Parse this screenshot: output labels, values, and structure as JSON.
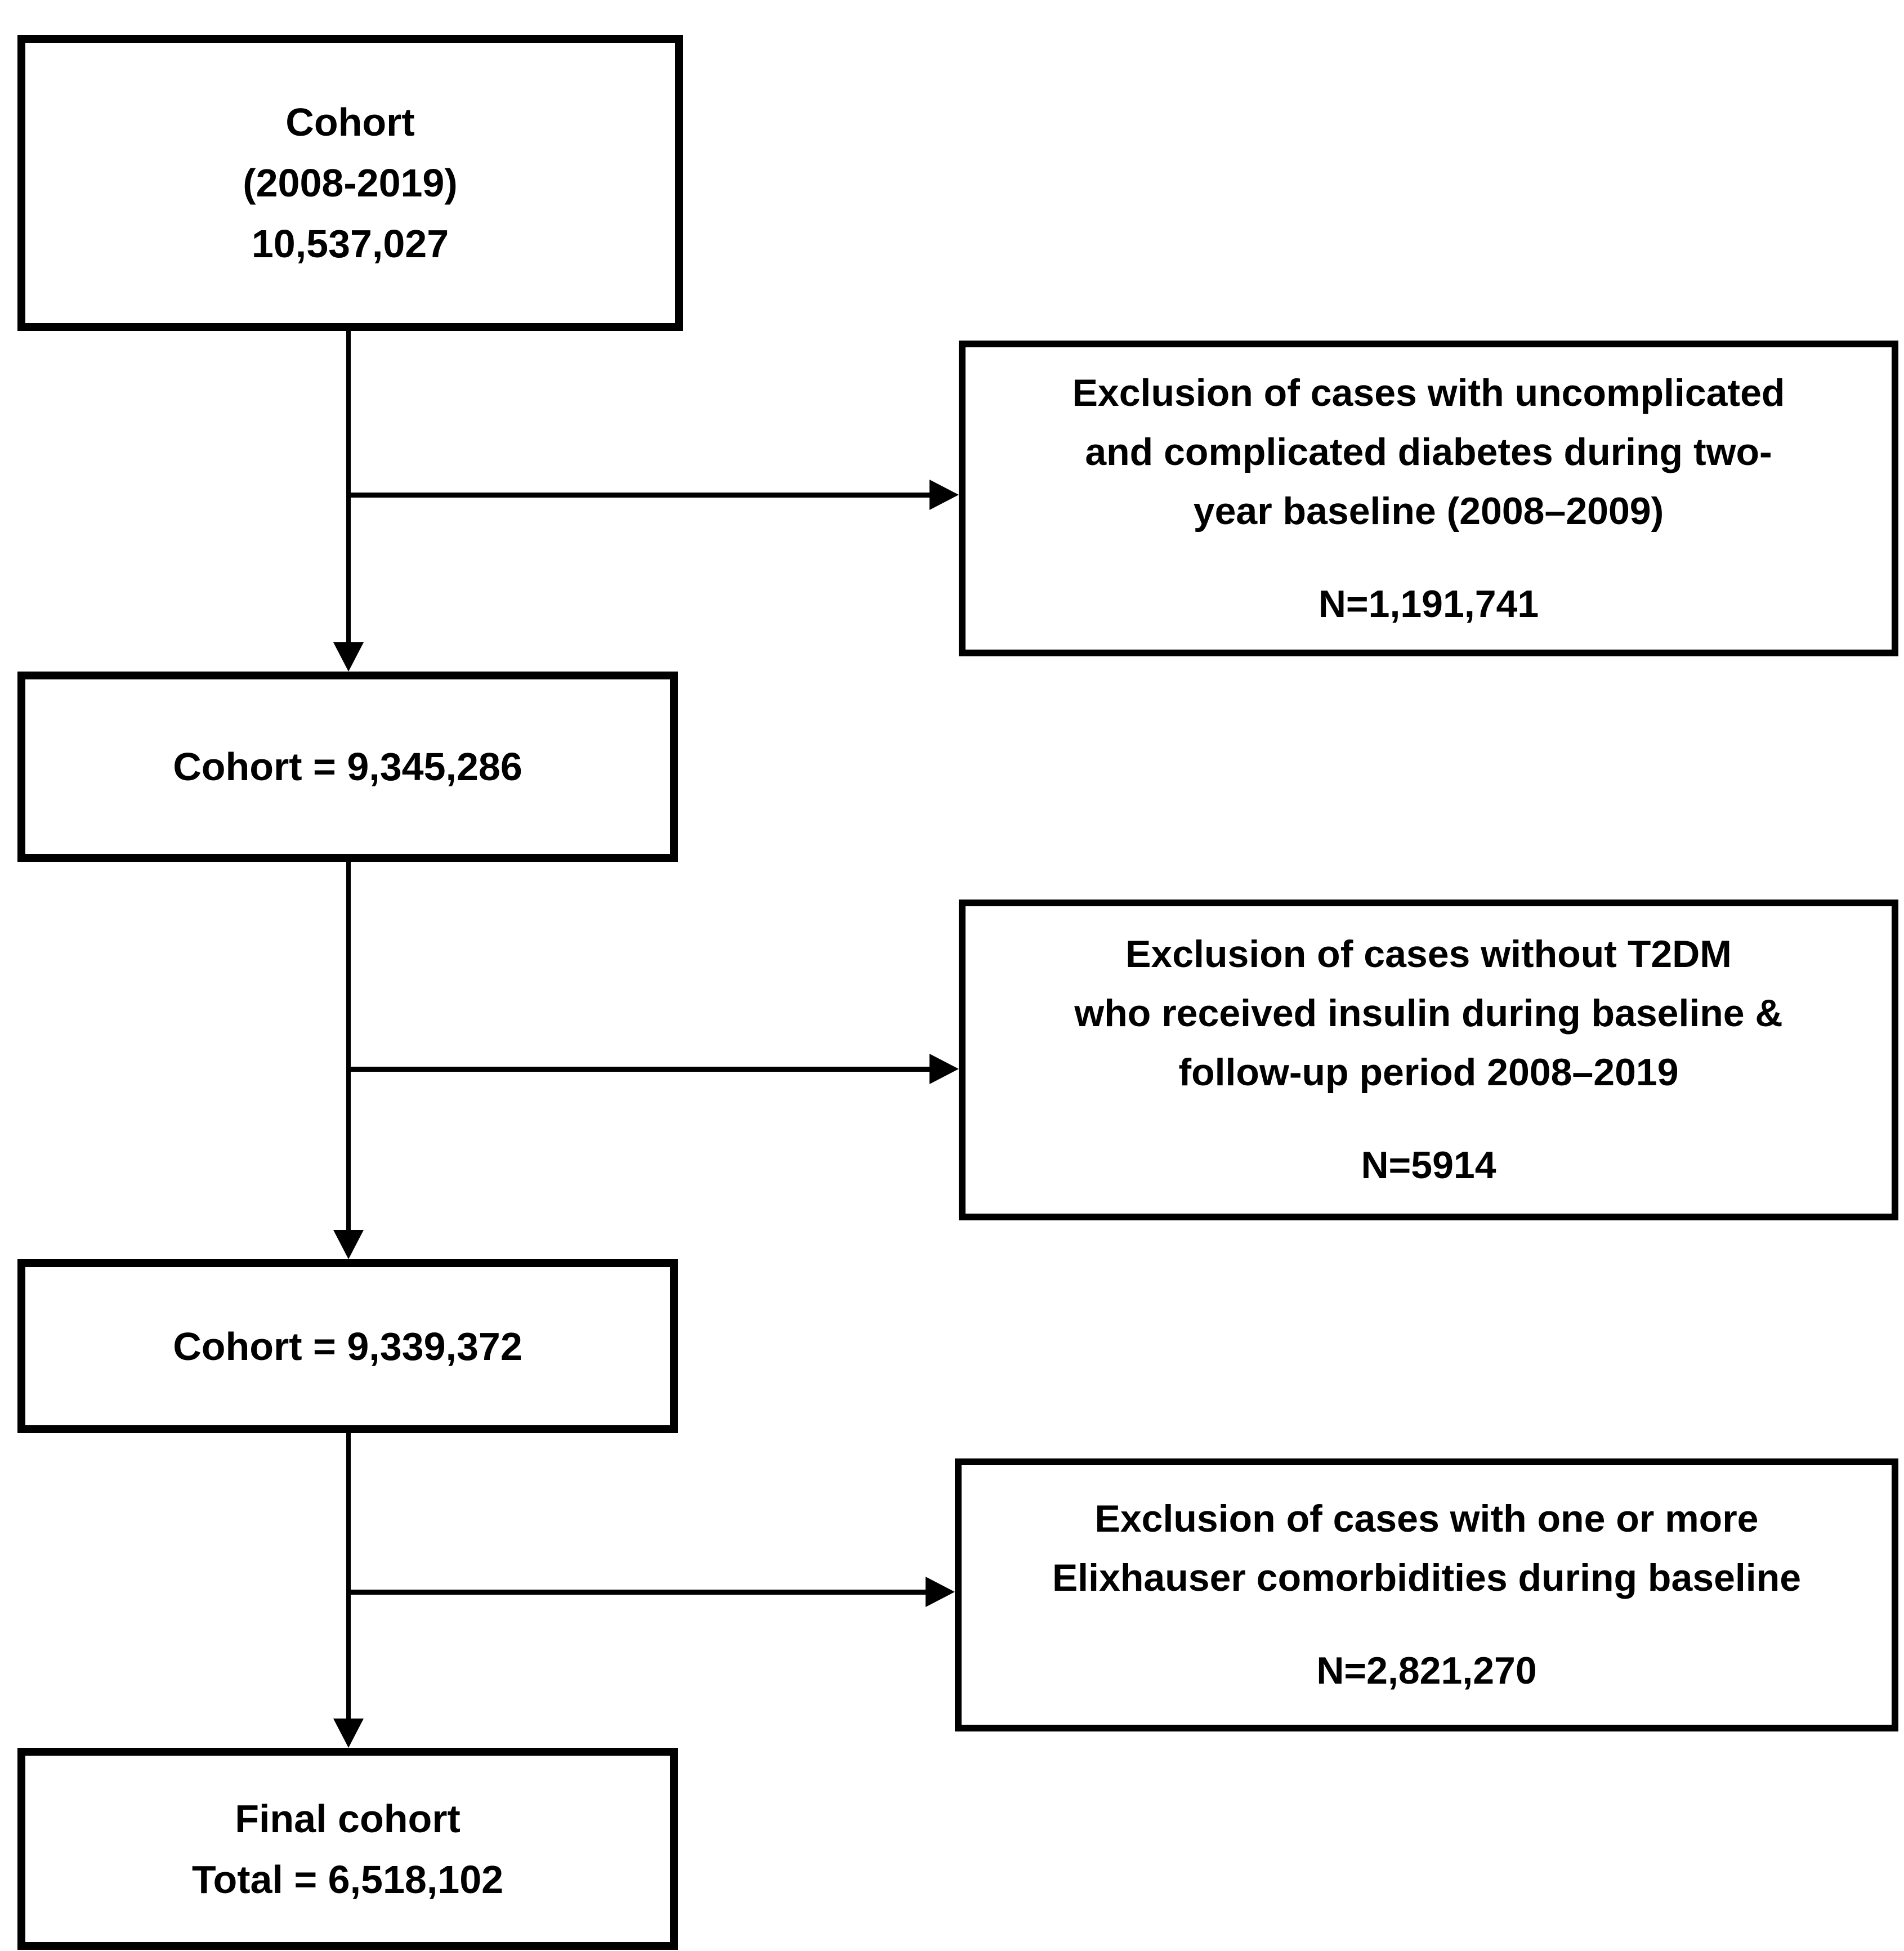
{
  "colors": {
    "background": "#ffffff",
    "box_border": "#000000",
    "text": "#000000",
    "connector": "#000000"
  },
  "nodes": {
    "initial_cohort": {
      "lines": [
        "Cohort",
        "(2008-2019)",
        "10,537,027"
      ]
    },
    "exclusion_1": {
      "lines": [
        "Exclusion of cases with uncomplicated",
        "and complicated diabetes during two-",
        "year baseline (2008–2009)"
      ],
      "n_label": "N=1,191,741"
    },
    "cohort_2": {
      "lines": [
        "Cohort = 9,345,286"
      ]
    },
    "exclusion_2": {
      "lines": [
        "Exclusion of cases without T2DM",
        "who received insulin during baseline &",
        "follow-up period 2008–2019"
      ],
      "n_label": "N=5914"
    },
    "cohort_3": {
      "lines": [
        "Cohort = 9,339,372"
      ]
    },
    "exclusion_3": {
      "lines": [
        "Exclusion of cases with one or more",
        "Elixhauser comorbidities during baseline"
      ],
      "n_label": "N=2,821,270"
    },
    "final_cohort": {
      "lines": [
        "Final cohort",
        "Total = 6,518,102"
      ]
    }
  }
}
